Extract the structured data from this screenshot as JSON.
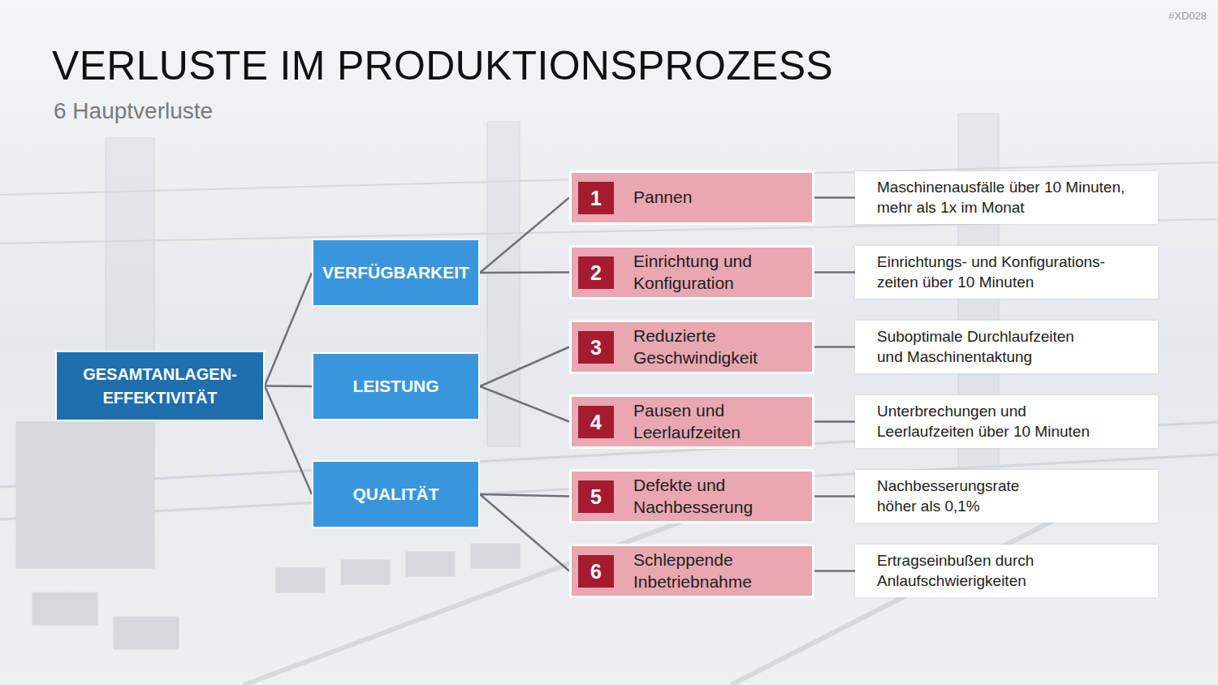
{
  "diagram": {
    "title": "VERLUSTE IM PRODUKTIONSPROZESS",
    "nodes": [
      {
        "text": [
          "GESAMTANLAGEN- EFFEKTIVITÄT"
        ]
      },
      {
        "text": [
          "VERFÜGBARKEIT"
        ]
      },
      {
        "text": [
          "LEISTUNG"
        ]
      },
      {
        "text": [
          "QUALITÄT"
        ]
      },
      {
        "text": [
          "Pannen"
        ]
      },
      {
        "text": [
          "1"
        ],
        "in": 4
      },
      {
        "text": [
          "Maschinenausfälle über 10 Minuten, mehr als 1x im Monat"
        ]
      },
      {
        "text": [
          "Einrichtung und Konfiguration"
        ]
      },
      {
        "text": [
          "2"
        ],
        "in": 7
      },
      {
        "text": [
          "Einrichtungs- und Konfigurations- zeiten über 10 Minuten"
        ]
      },
      {
        "text": [
          "Reduzierte Geschwindigkeit"
        ]
      },
      {
        "text": [
          "3"
        ],
        "in": 10
      },
      {
        "text": [
          "Suboptimale Durchlaufzeiten und Maschinentaktung"
        ]
      },
      {
        "text": [
          "Pausen und Leerlaufzeiten"
        ]
      },
      {
        "text": [
          "4"
        ],
        "in": 13
      },
      {
        "text": [
          "Unterbrechungen und Leerlaufzeiten über 10 Minuten"
        ]
      },
      {
        "text": [
          "Defekte und Nachbesserung"
        ]
      },
      {
        "text": [
          "5"
        ],
        "in": 16
      },
      {
        "text": [
          "Nachbesserungsrate höher als 0,1%"
        ]
      },
      {
        "text": [
          "Schleppende Inbetriebnahme"
        ]
      },
      {
        "text": [
          "6"
        ],
        "in": 19
      },
      {
        "text": [
          "Ertragseinbußen durch Anlaufschwierigkeiten"
        ]
      }
    ],
    "edges": [
      {
        "from": 0,
        "to": 1,
        "arrow": "none"
      },
      {
        "from": 0,
        "to": 2,
        "arrow": "none"
      },
      {
        "from": 0,
        "to": 3,
        "arrow": "none"
      },
      {
        "from": 1,
        "to": 4,
        "arrow": "none"
      },
      {
        "from": 1,
        "to": 7,
        "arrow": "none"
      },
      {
        "from": 2,
        "to": 10,
        "arrow": "none"
      },
      {
        "from": 2,
        "to": 13,
        "arrow": "none"
      },
      {
        "from": 3,
        "to": 16,
        "arrow": "none"
      },
      {
        "from": 3,
        "to": 19,
        "arrow": "none"
      },
      {
        "from": 4,
        "to": 6,
        "arrow": "none"
      },
      {
        "from": 7,
        "to": 9,
        "arrow": "none"
      },
      {
        "from": 10,
        "to": 12,
        "arrow": "none"
      },
      {
        "from": 13,
        "to": 15,
        "arrow": "none"
      },
      {
        "from": 16,
        "to": 18,
        "arrow": "none"
      },
      {
        "from": 19,
        "to": 21,
        "arrow": "none"
      }
    ],
    "labels": [
      "6 Hauptverluste",
      "#XD028"
    ]
  }
}
